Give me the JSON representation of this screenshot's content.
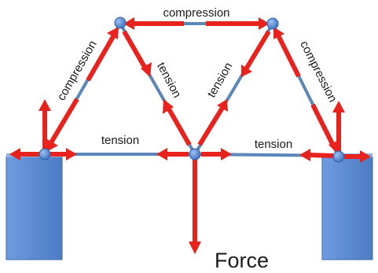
{
  "labels": {
    "top_member": "compression",
    "left_diagonal": "compression",
    "right_diagonal": "compression",
    "left_inner_diagonal": "tension",
    "right_inner_diagonal": "tension",
    "left_bottom": "tension",
    "right_bottom": "tension",
    "force": "Force"
  },
  "colors": {
    "member": "#5b87b8",
    "arrow": "#e8221c",
    "joint": "#5b8fd6",
    "support": "#5b8ad0",
    "support_edge": "#3d6aa8"
  }
}
